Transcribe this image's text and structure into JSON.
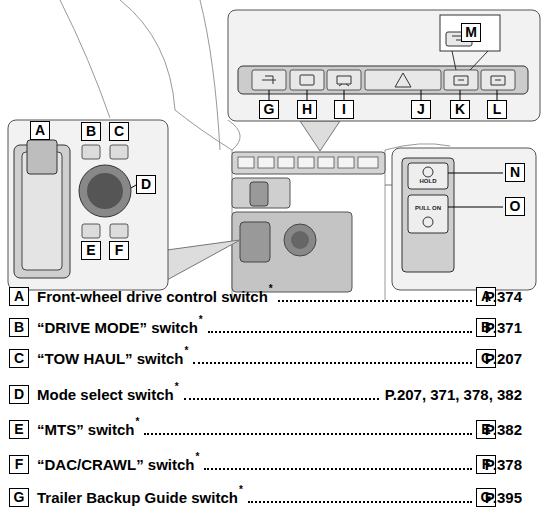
{
  "diagram": {
    "labels": [
      "A",
      "B",
      "C",
      "D",
      "E",
      "F",
      "G",
      "H",
      "I",
      "J",
      "K",
      "L",
      "M",
      "N",
      "O",
      "HOLD",
      "PULL ON",
      "A",
      "Front-wheel drive control switch",
      "*",
      "A",
      "P.374",
      "B",
      "“DRIVE MODE” switch",
      "*",
      "B",
      "P.371",
      "C",
      "“TOW HAUL” switch",
      "*",
      "C",
      "P.207",
      "D",
      "Mode select switch",
      "*",
      "P.207, 371, 378, 382",
      "E",
      "“MTS” switch",
      "*",
      "E",
      "P.382",
      "F",
      "“DAC/CRAWL” switch",
      "*",
      "F",
      "P.378",
      "G",
      "Trailer Backup Guide switch",
      "*",
      "G",
      "P.395"
    ]
  }
}
